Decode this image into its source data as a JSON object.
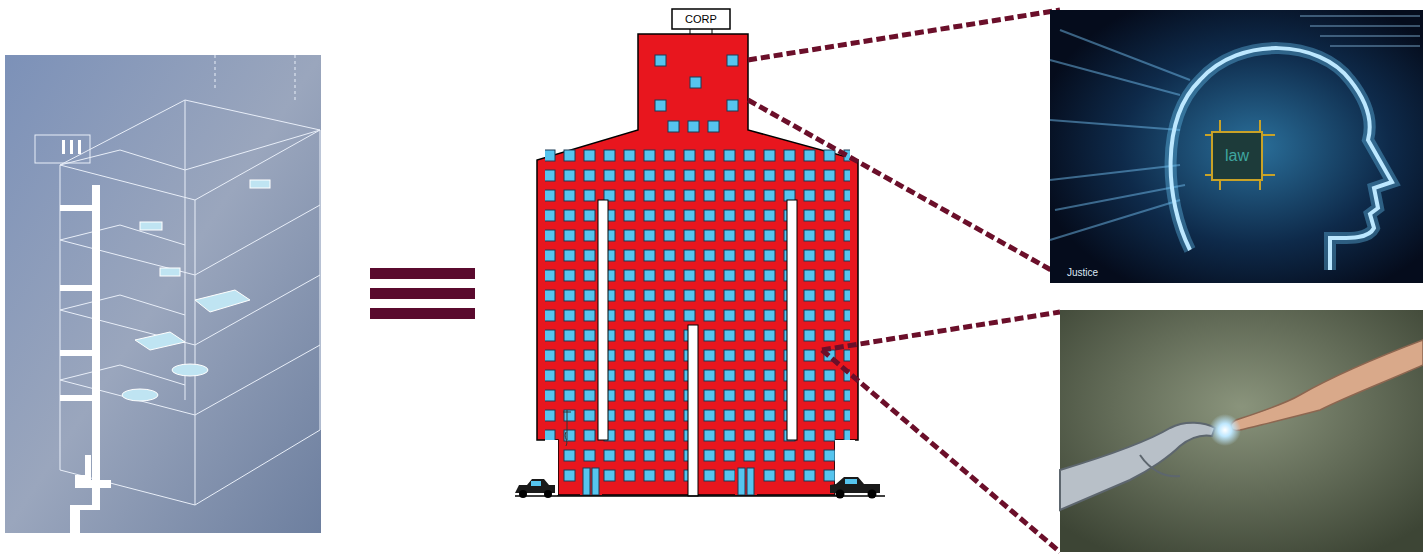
{
  "diagram": {
    "labels": [
      "CORP",
      "law",
      "Justice"
    ]
  }
}
